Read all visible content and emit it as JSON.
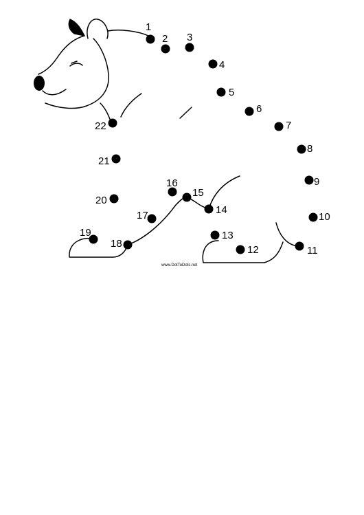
{
  "puzzle": {
    "subject": "bear",
    "credit": "www.DotToDots.net",
    "dot_labels": [
      "1",
      "2",
      "3",
      "4",
      "5",
      "6",
      "7",
      "8",
      "9",
      "10",
      "11",
      "12",
      "13",
      "14",
      "15",
      "16",
      "17",
      "18",
      "19",
      "20",
      "21",
      "22"
    ]
  }
}
